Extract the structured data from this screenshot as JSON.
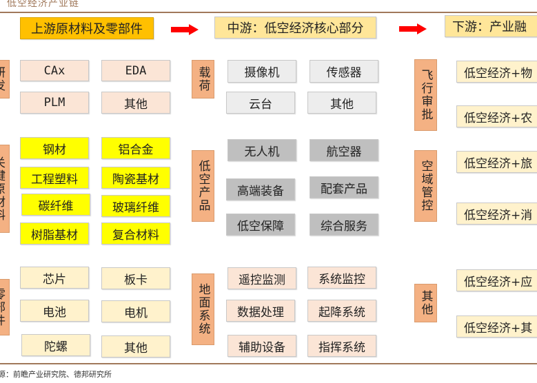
{
  "title": "低空经济产业链",
  "source": "来源：前瞻产业研究院、德邦研究所",
  "headers": {
    "up": "上游原材料及零部件",
    "mid": "中游：低空经济核心部分",
    "down": "下游：产业融"
  },
  "colors": {
    "header_up": "#ffc000",
    "header_mid": "#ffe699",
    "label": "#f4b183",
    "arrow": "#ff0000"
  },
  "up": {
    "labels": [
      "研发",
      "关键原材料",
      "零部件"
    ],
    "rd": [
      "CAx",
      "EDA",
      "PLM",
      "其他"
    ],
    "materials": [
      "钢材",
      "铝合金",
      "工程塑料",
      "陶瓷基材",
      "碳纤维",
      "玻璃纤维",
      "树脂基材",
      "复合材料"
    ],
    "parts": [
      "芯片",
      "板卡",
      "电池",
      "电机",
      "陀螺",
      "其他"
    ]
  },
  "mid": {
    "labels": [
      "载荷",
      "低空产品",
      "地面系统"
    ],
    "payload": [
      "摄像机",
      "传感器",
      "云台",
      "其他"
    ],
    "products": [
      "无人机",
      "航空器",
      "高端装备",
      "配套产品",
      "低空保障",
      "综合服务"
    ],
    "ground": [
      "遥控监测",
      "系统监控",
      "数据处理",
      "起降系统",
      "辅助设备",
      "指挥系统"
    ]
  },
  "down": {
    "labels": [
      "飞行审批",
      "空域管控",
      "其他"
    ],
    "items": [
      "低空经济+物",
      "低空经济+农",
      "低空经济+旅",
      "低空经济+消",
      "低空经济+应",
      "低空经济+其"
    ]
  }
}
